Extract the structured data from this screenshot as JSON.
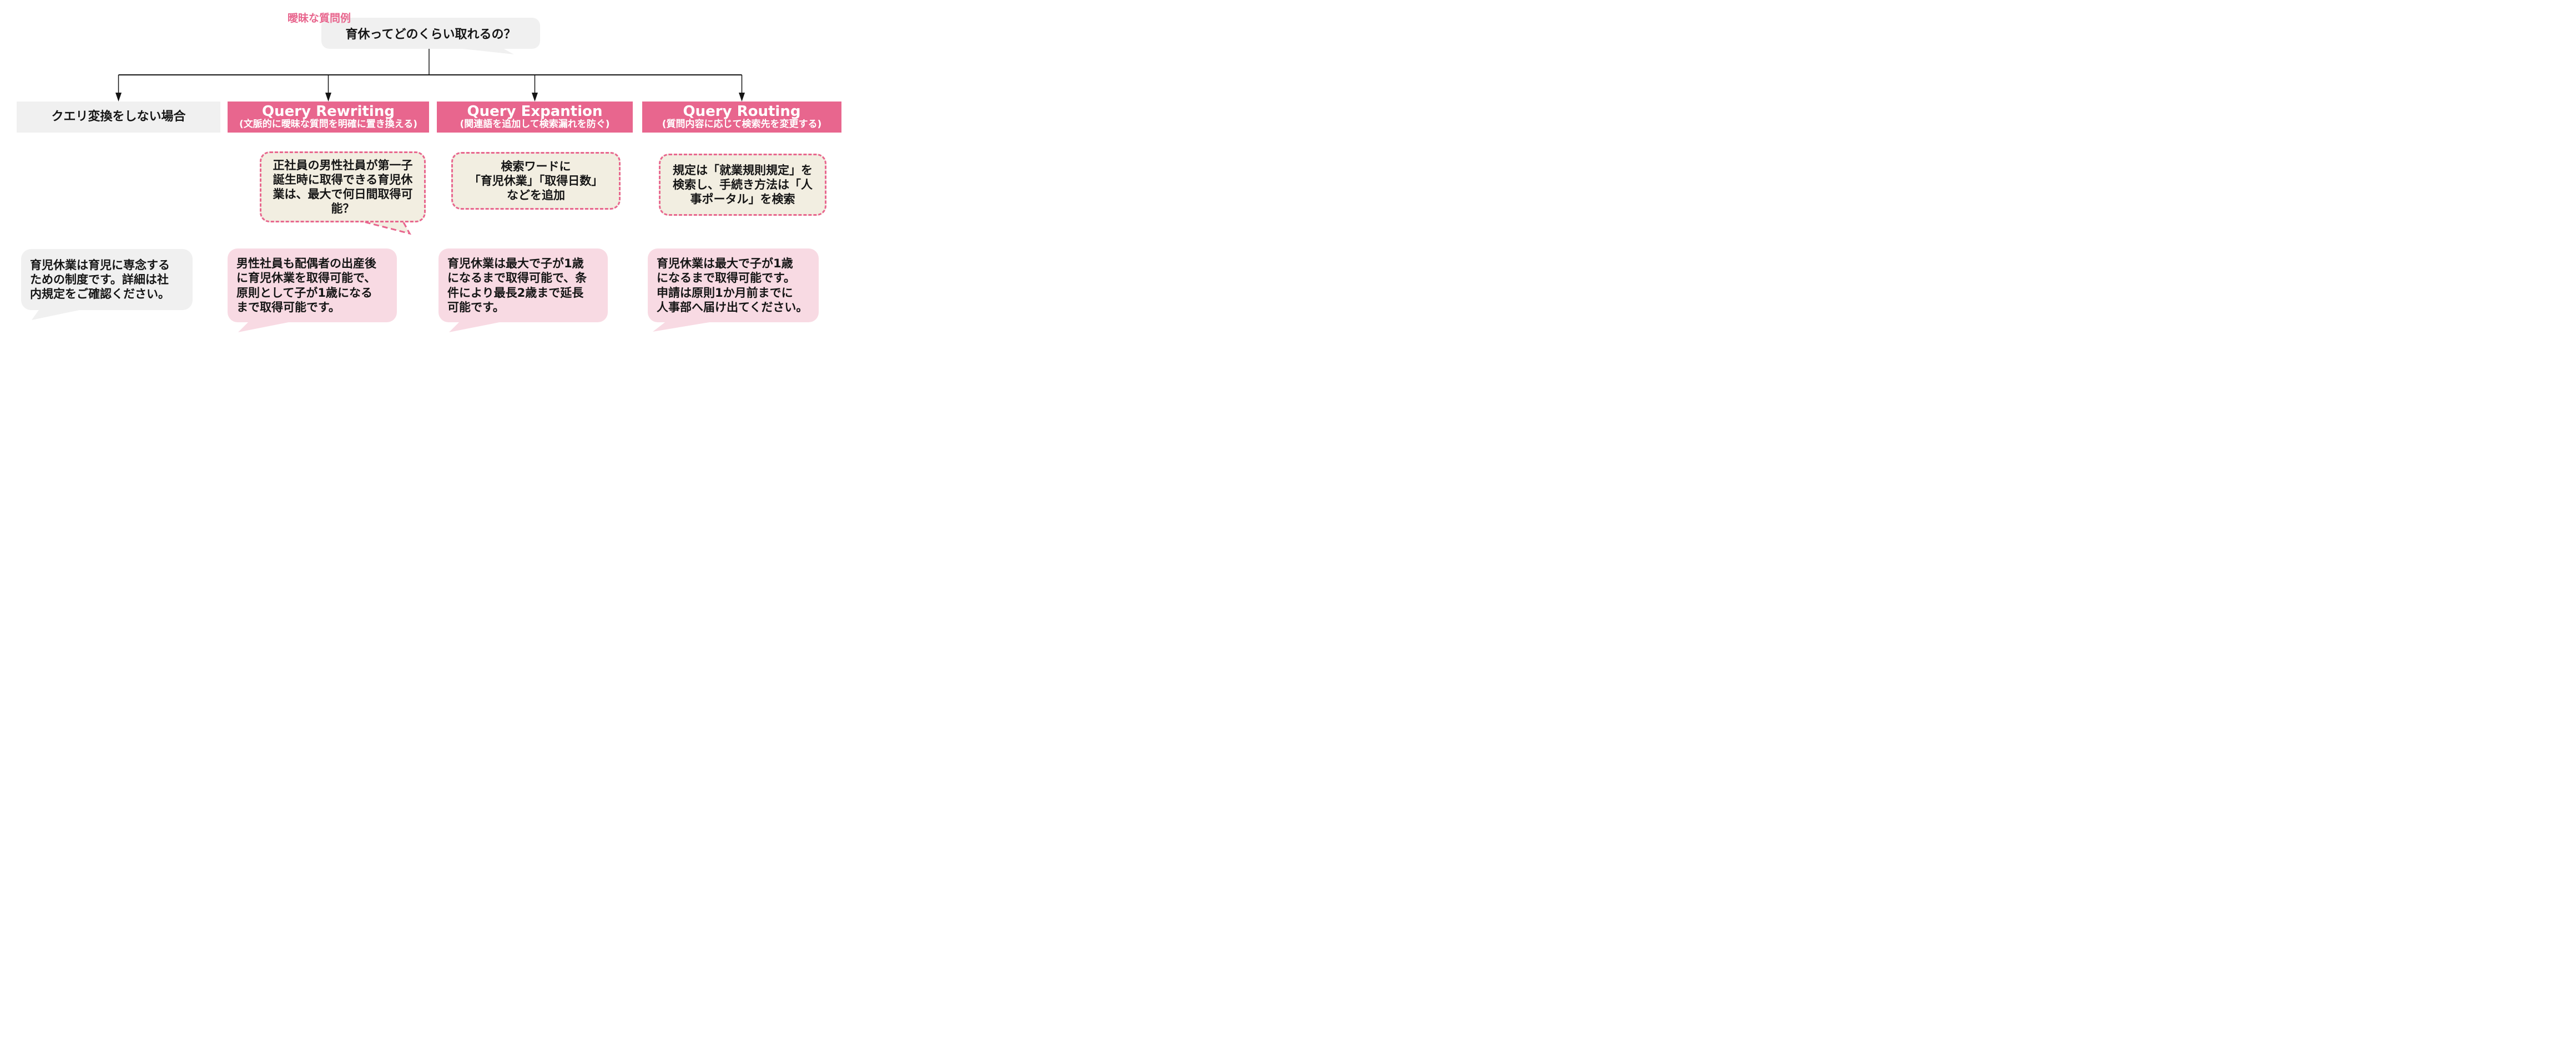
{
  "colors": {
    "pink": "#e8668e",
    "pink_light": "#f8dae3",
    "cream": "#f2eee1",
    "gray": "#f0f0f0",
    "ink": "#151515",
    "white": "#ffffff"
  },
  "top": {
    "label": "曖昧な質問例",
    "question": "育休ってどのくらい取れるの？"
  },
  "columns": [
    {
      "header": {
        "title": "クエリ変換をしない場合",
        "subtitle": ""
      },
      "query": "",
      "answer": "育児休業は育児に専念する\nための制度です。詳細は社\n内規定をご確認ください。"
    },
    {
      "header": {
        "title": "Query Rewriting",
        "subtitle": "(文脈的に曖昧な質問を明確に置き換える)"
      },
      "query": "正社員の男性社員が第一子\n誕生時に取得できる育児休\n業は、最大で何日間取得可\n能？",
      "answer": "男性社員も配偶者の出産後\nに育児休業を取得可能で、\n原則として子が1歳になる\nまで取得可能です。"
    },
    {
      "header": {
        "title": "Query Expantion",
        "subtitle": "(関連語を追加して検索漏れを防ぐ)"
      },
      "query": "検索ワードに\n「育児休業」「取得日数」\nなどを追加",
      "answer": "育児休業は最大で子が1歳\nになるまで取得可能で、条\n件により最長2歳まで延長\n可能です。"
    },
    {
      "header": {
        "title": "Query Routing",
        "subtitle": "(質問内容に応じて検索先を変更する)"
      },
      "query": "規定は「就業規則規定」を\n検索し、手続き方法は「人\n事ポータル」を検索",
      "answer": "育児休業は最大で子が1歳\nになるまで取得可能です。\n申請は原則1か月前までに\n人事部へ届け出てください。"
    }
  ]
}
